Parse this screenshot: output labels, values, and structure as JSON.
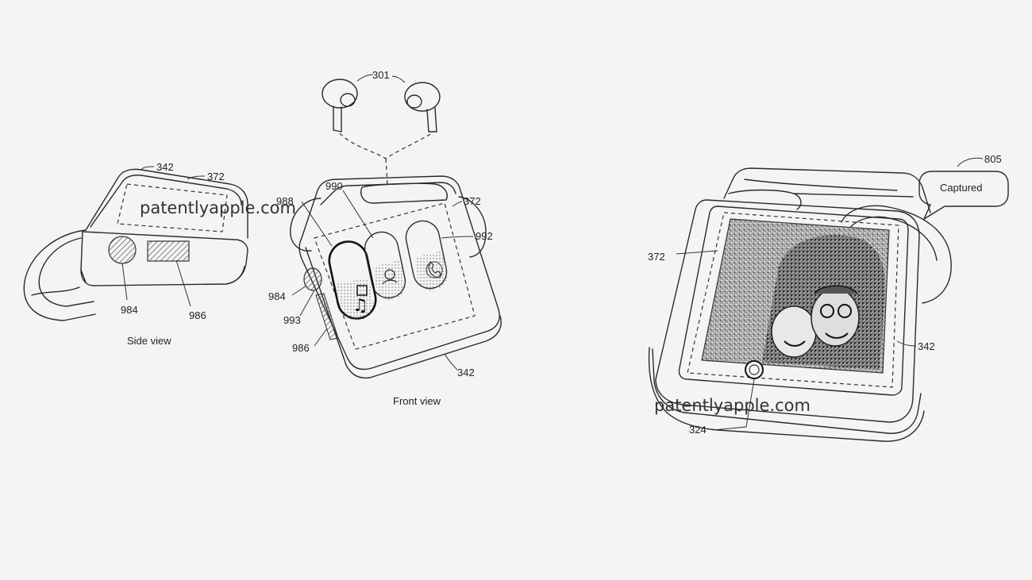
{
  "figure": {
    "watermark": "patentlyapple.com",
    "side_view": {
      "caption": "Side view",
      "labels": {
        "case": "342",
        "display": "372",
        "button": "984",
        "sensor": "986"
      }
    },
    "front_view": {
      "caption": "Front view",
      "labels": {
        "earbuds": "301",
        "display": "372",
        "case": "342",
        "app_music": "988",
        "app_contacts": "990",
        "app_phone": "992",
        "button": "984",
        "crown": "993",
        "sensor": "986"
      }
    },
    "photo_view": {
      "bubble_text": "Captured",
      "labels": {
        "bubble": "805",
        "display": "372",
        "case": "342",
        "home_button": "324"
      }
    }
  }
}
